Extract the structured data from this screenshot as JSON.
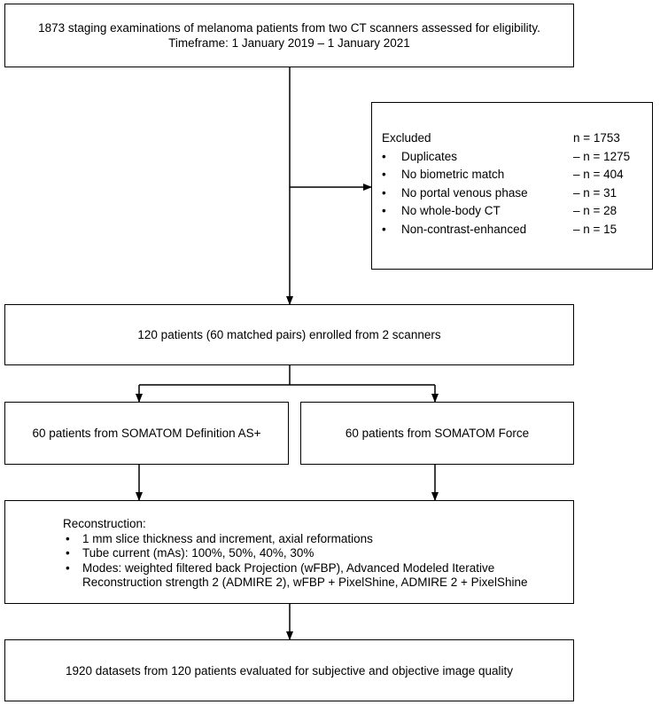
{
  "eligibility": {
    "line1": "1873 staging examinations of melanoma patients from two CT scanners assessed for eligibility.",
    "line2": "Timeframe: 1 January 2019 – 1 January 2021"
  },
  "excluded": {
    "title": "Excluded",
    "total": "n = 1753",
    "items": [
      {
        "label": "Duplicates",
        "value": "– n = 1275"
      },
      {
        "label": "No biometric match",
        "value": "– n = 404"
      },
      {
        "label": "No portal venous phase",
        "value": "– n = 31"
      },
      {
        "label": "No whole-body CT",
        "value": "– n = 28"
      },
      {
        "label": "Non-contrast-enhanced",
        "value": "– n = 15"
      }
    ]
  },
  "enrolled": {
    "text": "120 patients (60 matched pairs) enrolled from 2 scanners"
  },
  "scanner_left": {
    "text": "60 patients from SOMATOM Definition AS+"
  },
  "scanner_right": {
    "text": "60 patients from SOMATOM Force"
  },
  "reconstruction": {
    "title": "Reconstruction:",
    "bullet": "•",
    "items": [
      "1 mm slice thickness and increment, axial reformations",
      "Tube current (mAs): 100%, 50%, 40%, 30%",
      "Modes: weighted filtered back Projection (wFBP), Advanced Modeled Iterative Reconstruction strength 2 (ADMIRE 2), wFBP + PixelShine, ADMIRE 2 + PixelShine"
    ]
  },
  "evaluated": {
    "text": "1920 datasets from 120 patients evaluated for subjective and objective image quality"
  }
}
